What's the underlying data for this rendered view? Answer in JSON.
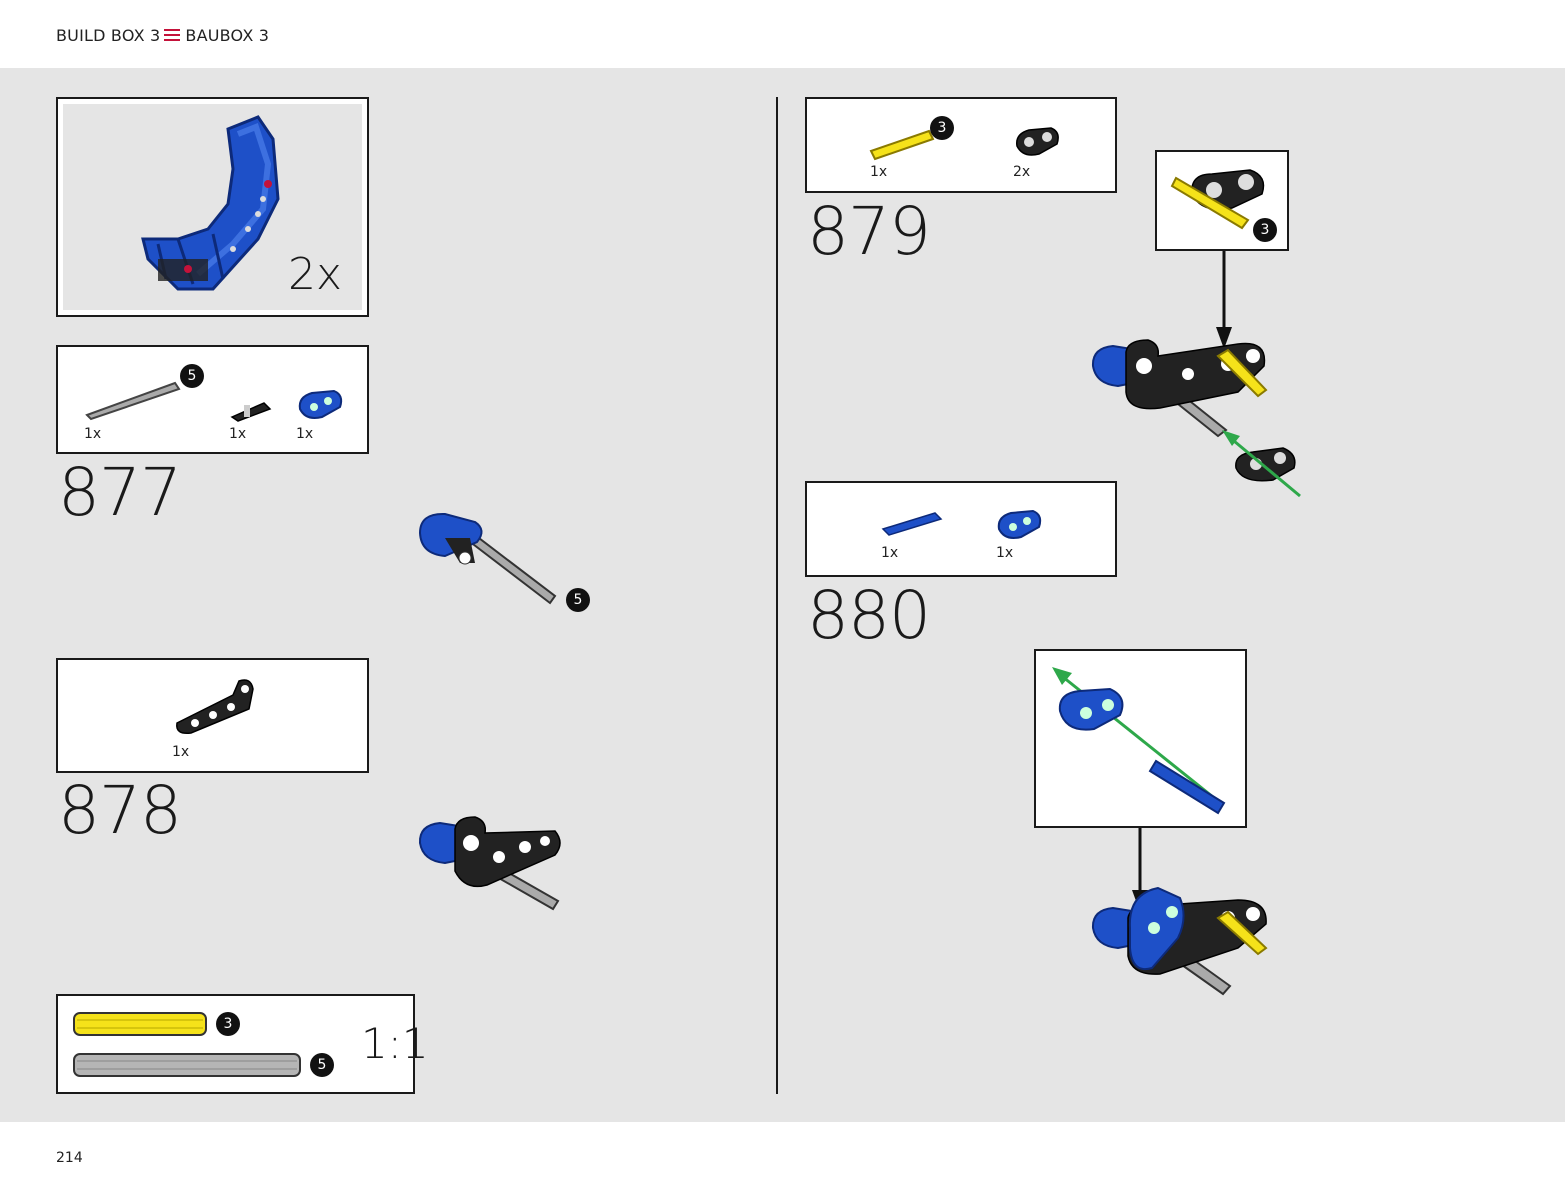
{
  "header": {
    "left": "BUILD BOX 3",
    "right": "BAUBOX 3"
  },
  "subassembly": {
    "multiplier": "2x"
  },
  "steps": [
    {
      "number": "877",
      "parts": [
        {
          "qty": "1x"
        },
        {
          "qty": "1x"
        },
        {
          "qty": "1x"
        }
      ],
      "badge": "5",
      "callout_badge": "5"
    },
    {
      "number": "878",
      "parts": [
        {
          "qty": "1x"
        }
      ]
    },
    {
      "number": "879",
      "parts": [
        {
          "qty": "1x"
        },
        {
          "qty": "2x"
        }
      ],
      "badge": "3",
      "callout_badge": "3"
    },
    {
      "number": "880",
      "parts": [
        {
          "qty": "1x"
        },
        {
          "qty": "1x"
        }
      ]
    }
  ],
  "scale_box": {
    "yellow_badge": "3",
    "grey_badge": "5",
    "ratio": "1:1"
  },
  "page_number": "214",
  "colors": {
    "accent": "#c4123a",
    "blue": "#1e50c8",
    "yellow": "#f5e21a",
    "green": "#2ea84a",
    "page_bg": "#e5e5e5"
  }
}
